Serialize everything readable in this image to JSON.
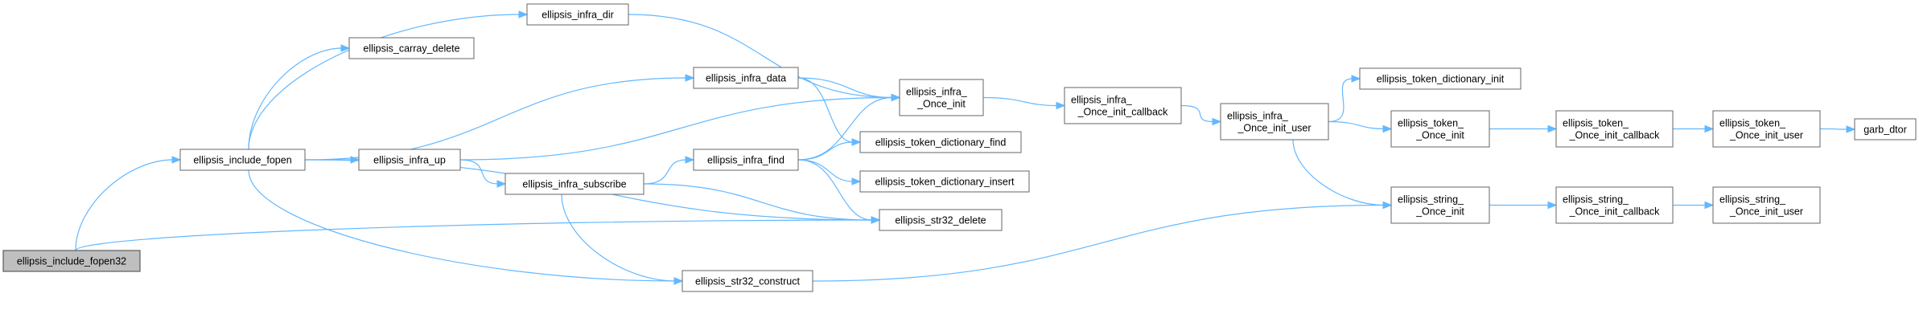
{
  "diagram": {
    "root": "ellipsis_include_fopen32",
    "nodes": [
      {
        "id": "fopen32",
        "lines": [
          "ellipsis_include_fopen32"
        ],
        "root": true
      },
      {
        "id": "fopen",
        "lines": [
          "ellipsis_include_fopen"
        ]
      },
      {
        "id": "infra_dir",
        "lines": [
          "ellipsis_infra_dir"
        ]
      },
      {
        "id": "carray_delete",
        "lines": [
          "ellipsis_carray_delete"
        ]
      },
      {
        "id": "infra_data",
        "lines": [
          "ellipsis_infra_data"
        ]
      },
      {
        "id": "infra_up",
        "lines": [
          "ellipsis_infra_up"
        ]
      },
      {
        "id": "infra_subscribe",
        "lines": [
          "ellipsis_infra_subscribe"
        ]
      },
      {
        "id": "str32_construct",
        "lines": [
          "ellipsis_str32_construct"
        ]
      },
      {
        "id": "infra_find",
        "lines": [
          "ellipsis_infra_find"
        ]
      },
      {
        "id": "infra_once_init",
        "lines": [
          "ellipsis_infra_",
          "_Once_init"
        ]
      },
      {
        "id": "tok_dict_find",
        "lines": [
          "ellipsis_token_dictionary_find"
        ]
      },
      {
        "id": "tok_dict_insert",
        "lines": [
          "ellipsis_token_dictionary_insert"
        ]
      },
      {
        "id": "str32_delete",
        "lines": [
          "ellipsis_str32_delete"
        ]
      },
      {
        "id": "infra_once_cb",
        "lines": [
          "ellipsis_infra_",
          "_Once_init_callback"
        ]
      },
      {
        "id": "infra_once_user",
        "lines": [
          "ellipsis_infra_",
          "_Once_init_user"
        ]
      },
      {
        "id": "tok_dict_init",
        "lines": [
          "ellipsis_token_dictionary_init"
        ]
      },
      {
        "id": "token_once_init",
        "lines": [
          "ellipsis_token_",
          "_Once_init"
        ]
      },
      {
        "id": "string_once_init",
        "lines": [
          "ellipsis_string_",
          "_Once_init"
        ]
      },
      {
        "id": "token_once_cb",
        "lines": [
          "ellipsis_token_",
          "_Once_init_callback"
        ]
      },
      {
        "id": "string_once_cb",
        "lines": [
          "ellipsis_string_",
          "_Once_init_callback"
        ]
      },
      {
        "id": "token_once_user",
        "lines": [
          "ellipsis_token_",
          "_Once_init_user"
        ]
      },
      {
        "id": "string_once_user",
        "lines": [
          "ellipsis_string_",
          "_Once_init_user"
        ]
      },
      {
        "id": "garb_dtor",
        "lines": [
          "garb_dtor"
        ]
      }
    ],
    "edges": [
      [
        "fopen32",
        "fopen"
      ],
      [
        "fopen32",
        "str32_delete"
      ],
      [
        "fopen",
        "infra_dir"
      ],
      [
        "fopen",
        "carray_delete"
      ],
      [
        "fopen",
        "infra_data"
      ],
      [
        "fopen",
        "infra_up"
      ],
      [
        "fopen",
        "str32_construct"
      ],
      [
        "fopen",
        "str32_delete"
      ],
      [
        "infra_dir",
        "infra_once_init"
      ],
      [
        "infra_data",
        "infra_once_init"
      ],
      [
        "infra_data",
        "tok_dict_find"
      ],
      [
        "infra_up",
        "infra_once_init"
      ],
      [
        "infra_up",
        "infra_subscribe"
      ],
      [
        "infra_subscribe",
        "infra_find"
      ],
      [
        "infra_subscribe",
        "str32_delete"
      ],
      [
        "infra_subscribe",
        "str32_construct"
      ],
      [
        "infra_find",
        "infra_once_init"
      ],
      [
        "infra_find",
        "tok_dict_find"
      ],
      [
        "infra_find",
        "tok_dict_insert"
      ],
      [
        "infra_find",
        "str32_delete"
      ],
      [
        "str32_construct",
        "string_once_init"
      ],
      [
        "infra_once_init",
        "infra_once_cb"
      ],
      [
        "infra_once_cb",
        "infra_once_user"
      ],
      [
        "infra_once_user",
        "tok_dict_init"
      ],
      [
        "infra_once_user",
        "token_once_init"
      ],
      [
        "infra_once_user",
        "string_once_init"
      ],
      [
        "token_once_init",
        "token_once_cb"
      ],
      [
        "token_once_cb",
        "token_once_user"
      ],
      [
        "token_once_user",
        "garb_dtor"
      ],
      [
        "string_once_init",
        "string_once_cb"
      ],
      [
        "string_once_cb",
        "string_once_user"
      ]
    ]
  },
  "colors": {
    "edge": "#63b8ff",
    "node_border": "#666666",
    "root_fill": "#bfbfbf"
  }
}
